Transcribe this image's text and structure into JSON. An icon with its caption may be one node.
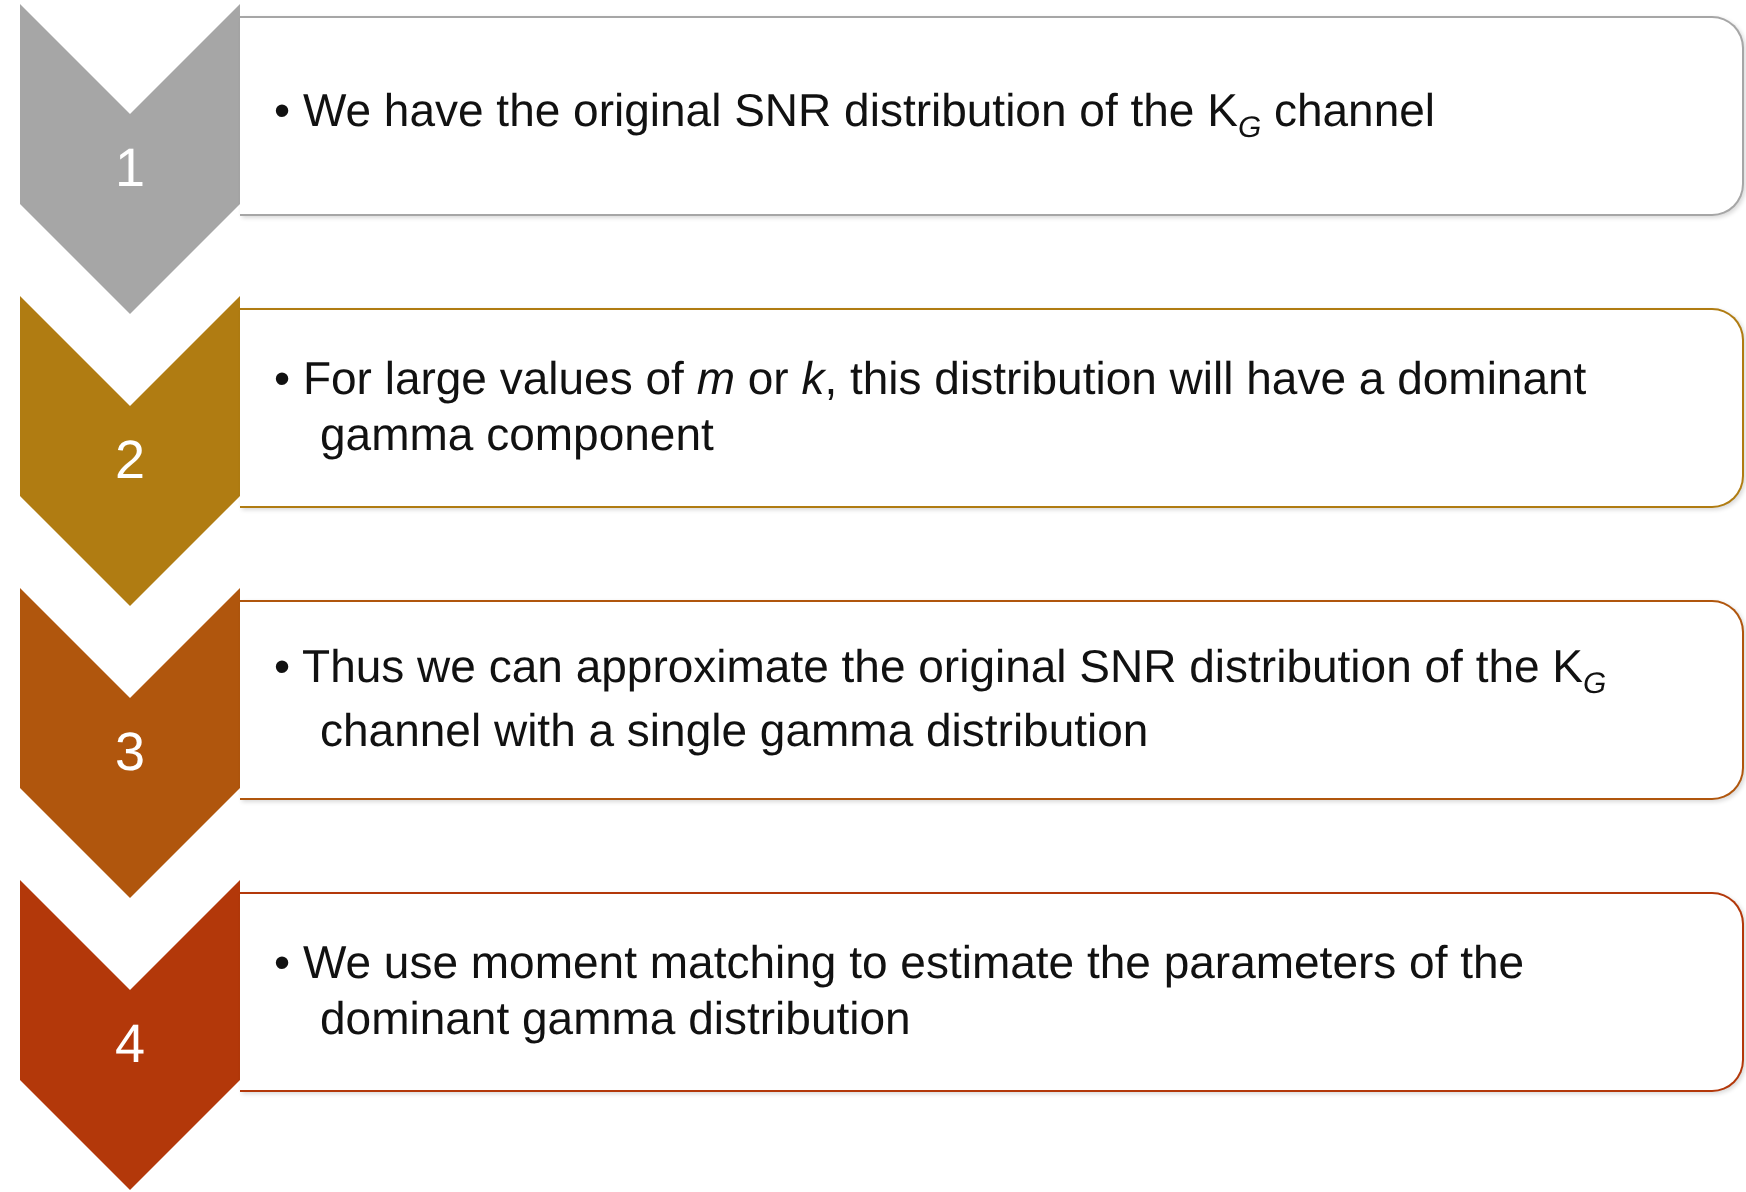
{
  "diagram": {
    "nodes": [
      {
        "text": [
          "1"
        ]
      },
      {
        "text": [
          "• We have the original SNR distribution of the K$_{G}$ channel"
        ]
      },
      {
        "text": [
          "2"
        ]
      },
      {
        "text": [
          "• For large values of *m* or *k*, this distribution will have a dominant gamma component"
        ]
      },
      {
        "text": [
          "3"
        ]
      },
      {
        "text": [
          "• Thus we can approximate the original SNR distribution of the K$_{G}$ channel with a single gamma distribution"
        ]
      },
      {
        "text": [
          "4"
        ]
      },
      {
        "text": [
          "• We use moment matching to estimate the parameters of the dominant gamma distribution"
        ]
      }
    ]
  }
}
